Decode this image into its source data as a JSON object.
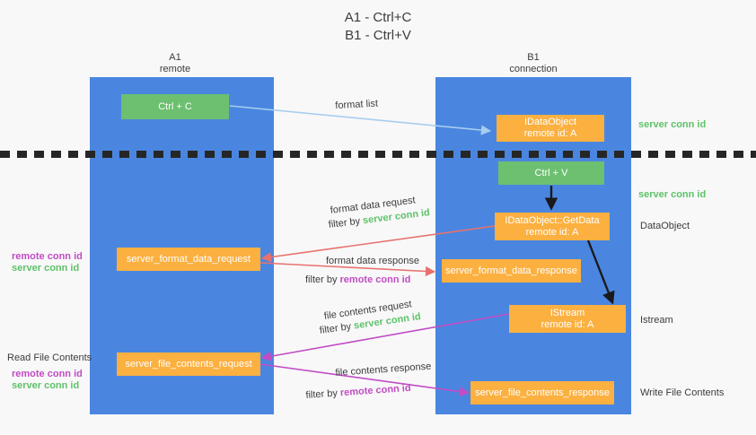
{
  "title": {
    "line1": "A1 - Ctrl+C",
    "line2": "B1 - Ctrl+V"
  },
  "lanes": [
    {
      "id": "a1",
      "name": "A1",
      "sub": "remote"
    },
    {
      "id": "b1",
      "name": "B1",
      "sub": "connection"
    }
  ],
  "nodes": {
    "ctrl_c": {
      "label": "Ctrl + C"
    },
    "ctrl_v": {
      "label": "Ctrl + V"
    },
    "idataobject_create": {
      "line1": "IDataObject",
      "line2": "remote id: A"
    },
    "idataobject_getdata": {
      "line1": "IDataObject::GetData",
      "line2": "remote id: A"
    },
    "istream": {
      "line1": "IStream",
      "line2": "remote id: A"
    },
    "server_format_data_request": {
      "label": "server_format_data_request"
    },
    "server_format_data_response": {
      "label": "server_format_data_response"
    },
    "server_file_contents_request": {
      "label": "server_file_contents_request"
    },
    "server_file_contents_response": {
      "label": "server_file_contents_response"
    }
  },
  "edge_labels": {
    "format_list": "format list",
    "format_data_request": "format data request",
    "format_data_response": "format data response",
    "file_contents_request": "file contents request",
    "file_contents_response": "file contents response",
    "filter_by": "filter by",
    "server_conn_id": "server conn id",
    "remote_conn_id": "remote conn id"
  },
  "side_labels": {
    "right_server_conn_id_top": "server conn id",
    "right_server_conn_id_mid": "server conn id",
    "right_dataobject": "DataObject",
    "right_istream": "Istream",
    "right_write_file_contents": "Write File Contents",
    "left_read_file_contents": "Read File Contents",
    "left_remote_conn_id_1": "remote conn id",
    "left_server_conn_id_1": "server conn id",
    "left_remote_conn_id_2": "remote conn id",
    "left_server_conn_id_2": "server conn id"
  },
  "colors": {
    "background": "#f8f8f8",
    "lane": "#4a86e0",
    "green_node": "#6cc070",
    "orange_node": "#fbb040",
    "text": "#3c3c3c",
    "server_conn_id": "#5ec269",
    "remote_conn_id": "#c14cc4",
    "arrow_format_list": "#a8cdee",
    "arrow_format_data": "#e8716d",
    "arrow_file_contents": "#c14cc4",
    "arrow_internal": "#1a1a1a",
    "dash_line": "#262626"
  }
}
